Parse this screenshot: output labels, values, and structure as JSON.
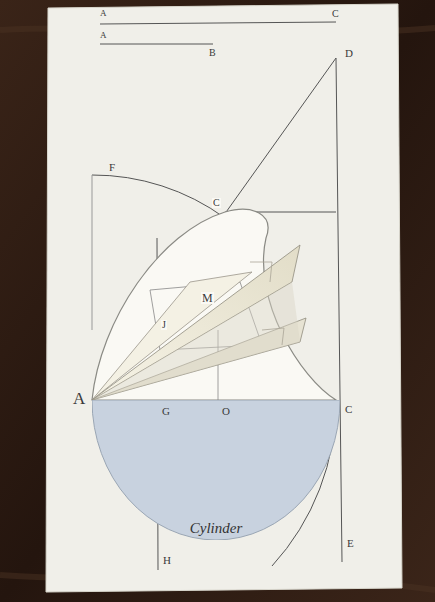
{
  "diagram": {
    "nodes": [
      {
        "text": [
          "Cylinder"
        ]
      }
    ],
    "labels": [
      "A",
      "A",
      "C",
      "B",
      "D",
      "F",
      "C",
      "M",
      "J",
      "A",
      "G",
      "O",
      "C",
      "H",
      "E"
    ]
  }
}
